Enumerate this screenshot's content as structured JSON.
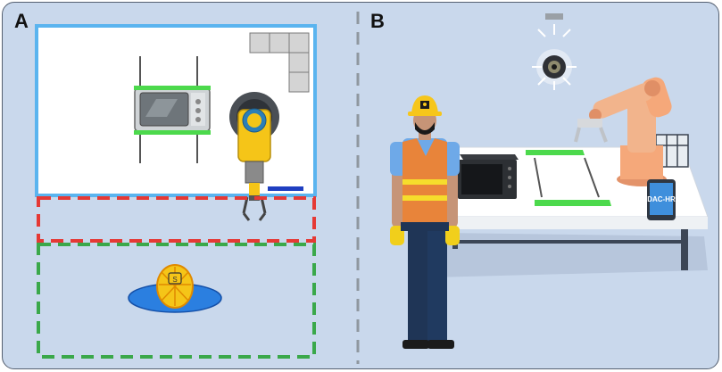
{
  "panels": {
    "a_label": "A",
    "b_label": "B"
  },
  "tablet": {
    "text": "DAC-HR"
  },
  "colors": {
    "background": "#c9d8ec",
    "workspace_border": "#5ab4ef",
    "safety_zone_red": "#e53935",
    "safety_zone_green": "#3aa84a",
    "marker_green": "#4cd94c",
    "robot_yellow": "#f5c518",
    "robot_orange": "#f5a87a",
    "vest_orange": "#e8843a",
    "helmet_yellow": "#f6c61b"
  },
  "icons": [
    "microwave-icon",
    "robot-arm-icon",
    "human-top-view-icon",
    "camera-icon",
    "worker-icon",
    "tablet-icon"
  ]
}
